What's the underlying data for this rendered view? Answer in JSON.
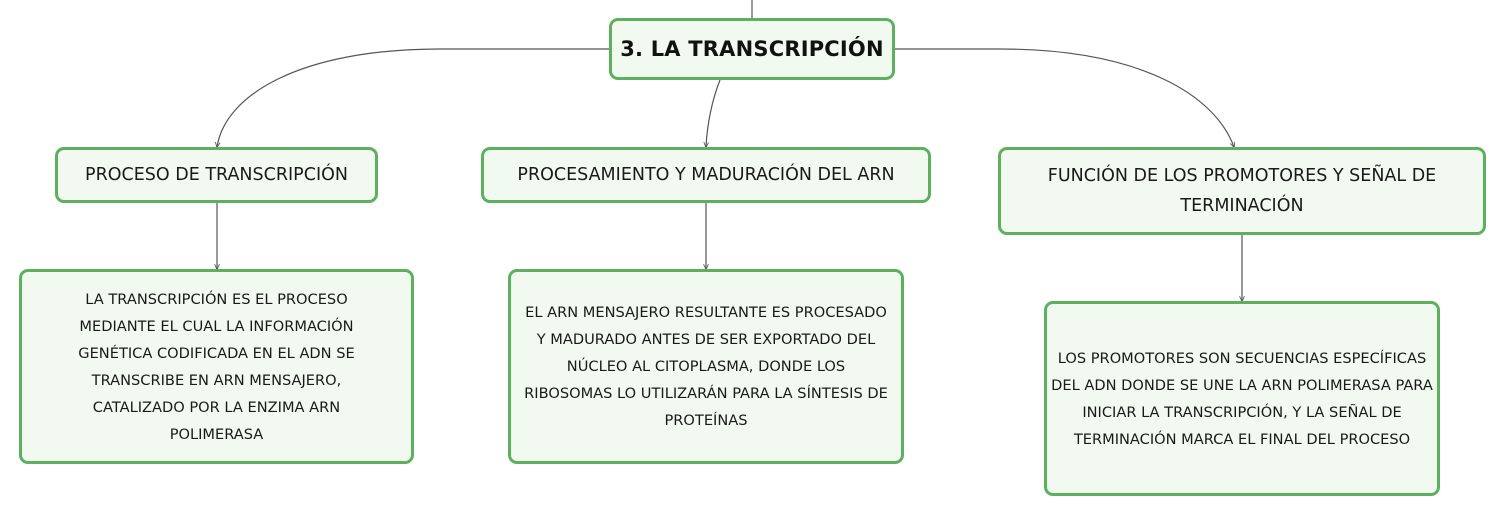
{
  "map": {
    "root": {
      "title": "3. LA TRANSCRIPCIÓN"
    },
    "branches": [
      {
        "title": "PROCESO DE TRANSCRIPCIÓN",
        "detail": "LA TRANSCRIPCIÓN ES EL PROCESO MEDIANTE EL CUAL LA INFORMACIÓN GENÉTICA CODIFICADA EN EL ADN SE TRANSCRIBE EN ARN MENSAJERO, CATALIZADO POR LA ENZIMA ARN POLIMERASA"
      },
      {
        "title": "PROCESAMIENTO Y MADURACIÓN DEL ARN",
        "detail": "EL ARN MENSAJERO RESULTANTE ES PROCESADO Y MADURADO ANTES DE SER EXPORTADO DEL NÚCLEO AL CITOPLASMA, DONDE LOS RIBOSOMAS LO UTILIZARÁN PARA LA SÍNTESIS DE PROTEÍNAS"
      },
      {
        "title": "FUNCIÓN DE LOS PROMOTORES Y SEÑAL DE TERMINACIÓN",
        "detail": "LOS PROMOTORES SON SECUENCIAS ESPECÍFICAS DEL ADN DONDE SE UNE LA ARN POLIMERASA PARA INICIAR LA TRANSCRIPCIÓN, Y LA SEÑAL DE TERMINACIÓN MARCA EL FINAL DEL PROCESO"
      }
    ]
  },
  "colors": {
    "node_border": "#5cb05e",
    "node_fill": "#f1f9f0",
    "connector": "#555555"
  }
}
